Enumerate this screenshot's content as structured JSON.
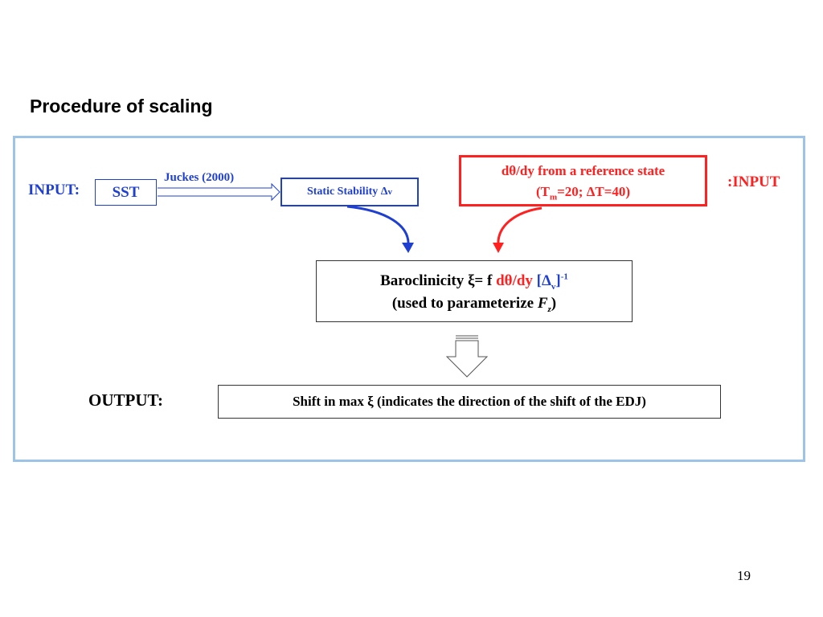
{
  "slide": {
    "title": "Procedure of scaling",
    "page_number": "19"
  },
  "diagram": {
    "input_left_label": "INPUT:",
    "sst": "SST",
    "juckes": "Juckes (2000)",
    "static_stability": "Static Stability Δ",
    "static_stability_sub": "v",
    "reference_state": {
      "line1": "dθ/dy from a reference state",
      "line2_prefix": "(T",
      "line2_sub": "m",
      "line2_suffix": "=20; ΔT=40)"
    },
    "input_right_label": ":INPUT",
    "baroclinicity": {
      "prefix": "Baroclinicity  ξ= f ",
      "red_part": "dθ/dy",
      "blue_open": " [Δ",
      "blue_sub": "v",
      "blue_close": "]",
      "sup": "-1",
      "line2_prefix": "(used to parameterize ",
      "line2_var": "F",
      "line2_sub": "z",
      "line2_suffix": ")"
    },
    "output_label": "OUTPUT:",
    "shift_text": "Shift in max ξ (indicates the direction of the shift of the EDJ)"
  },
  "colors": {
    "blue": "#1f3fd0",
    "red": "#ff2020",
    "frame": "#9dc3e6"
  }
}
